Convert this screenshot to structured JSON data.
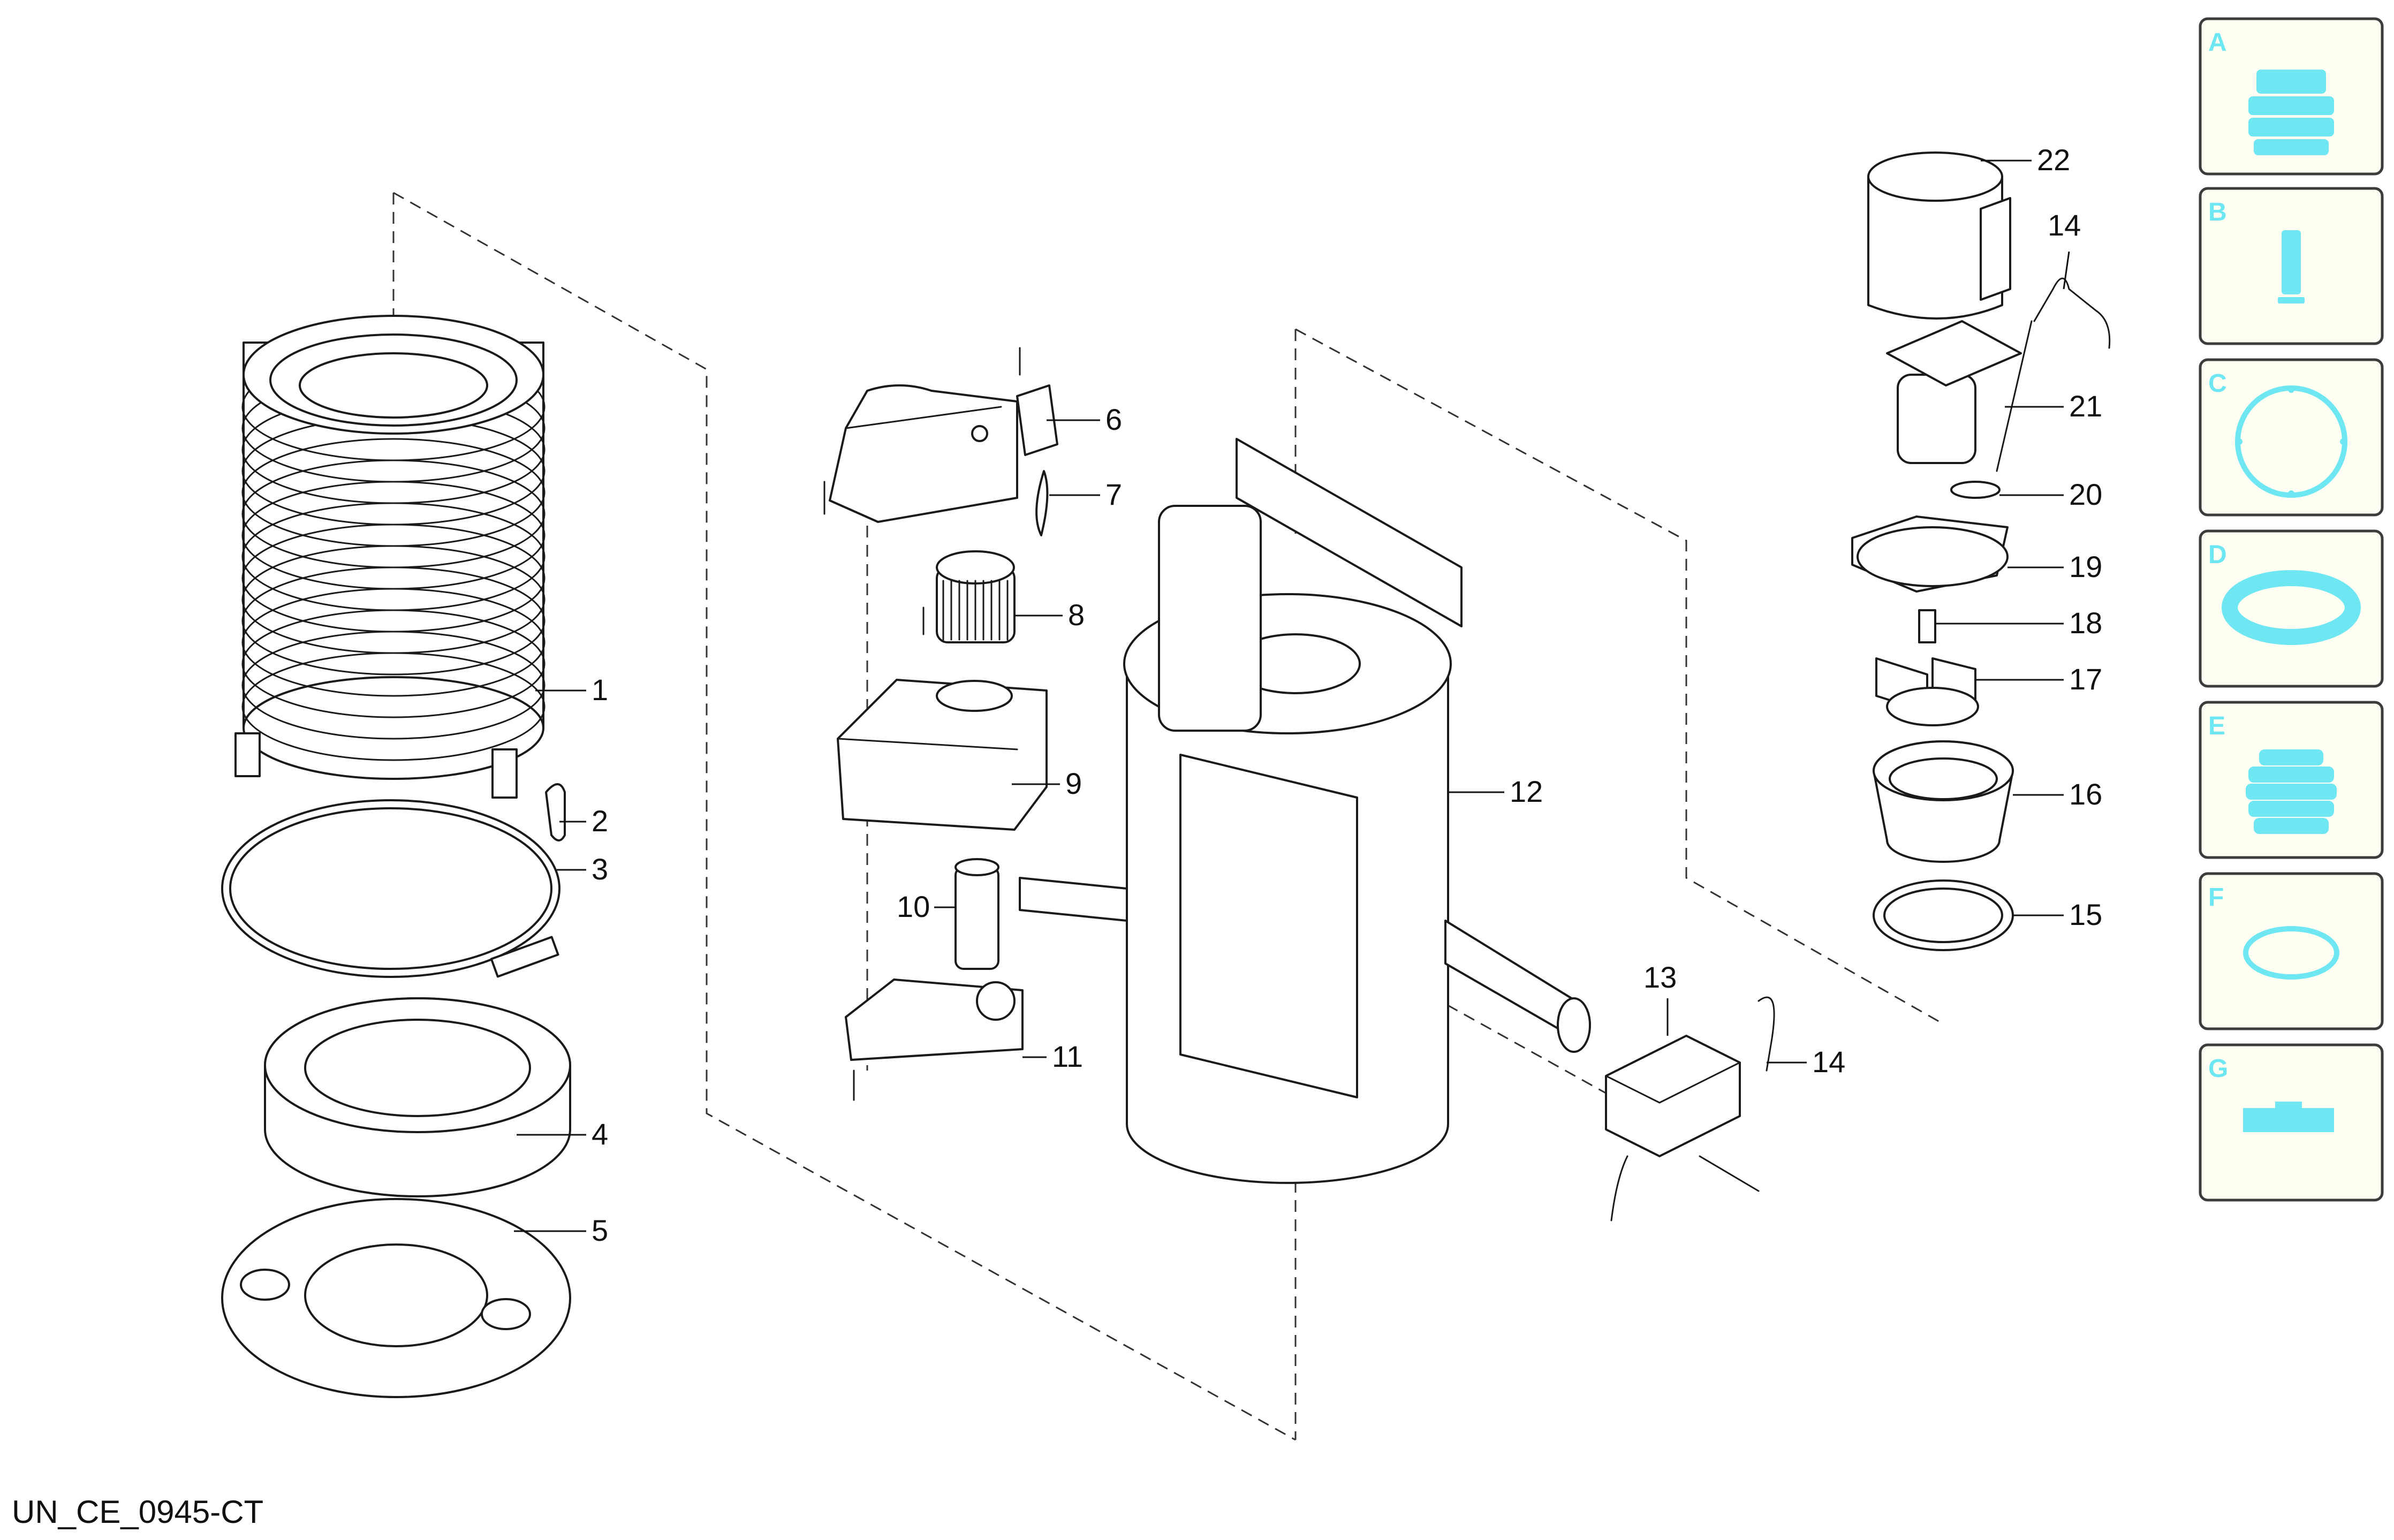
{
  "accent_color": "#6fe7f3",
  "drawing_code": "UN_CE_0945-CT",
  "callouts": [
    "1",
    "2",
    "3",
    "4",
    "5",
    "6",
    "7",
    "8",
    "9",
    "10",
    "11",
    "12",
    "13",
    "14",
    "15",
    "16",
    "17",
    "18",
    "19",
    "20",
    "21",
    "22",
    "14"
  ],
  "side_panel": {
    "items": [
      {
        "letter": "A",
        "icon": "pump-head-icon"
      },
      {
        "letter": "B",
        "icon": "cartridge-icon"
      },
      {
        "letter": "C",
        "icon": "seal-ring-icon"
      },
      {
        "letter": "D",
        "icon": "gasket-icon"
      },
      {
        "letter": "E",
        "icon": "bellows-icon"
      },
      {
        "letter": "F",
        "icon": "o-ring-icon"
      },
      {
        "letter": "G",
        "icon": "bracket-icon"
      }
    ]
  }
}
